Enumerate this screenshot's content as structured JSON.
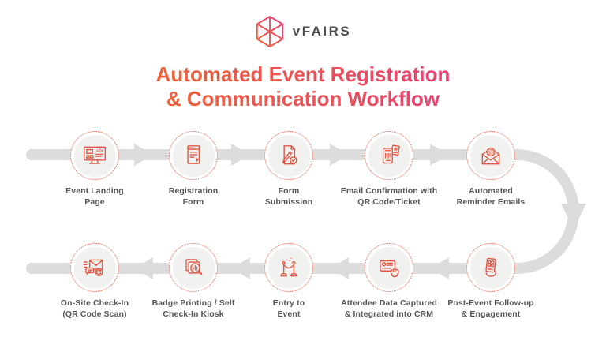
{
  "brand": {
    "name": "vFAIRS"
  },
  "title": {
    "line1": "Automated Event Registration",
    "line2": "& Communication Workflow"
  },
  "colors": {
    "accent_coral": "#E05744",
    "title_gradient_start": "#EC6433",
    "title_gradient_end": "#E83F78",
    "flow_band": "#DCDCDC",
    "label_text": "#55565B",
    "brand_text": "#4D4D4F",
    "disc_fill": "#F1F1F0"
  },
  "flow": {
    "top_row_direction": "left-to-right",
    "bottom_row_direction": "right-to-left",
    "top_row": [
      {
        "label_line1": "Event Landing",
        "label_line2": "Page",
        "icon": "landing-page-icon"
      },
      {
        "label_line1": "Registration",
        "label_line2": "Form",
        "icon": "registration-form-icon"
      },
      {
        "label_line1": "Form",
        "label_line2": "Submission",
        "icon": "form-submission-icon"
      },
      {
        "label_line1": "Email Confirmation with",
        "label_line2": "QR Code/Ticket",
        "icon": "qr-code-ticket-icon"
      },
      {
        "label_line1": "Automated",
        "label_line2": "Reminder Emails",
        "icon": "reminder-emails-icon"
      }
    ],
    "bottom_row": [
      {
        "label_line1": "On-Site Check-In",
        "label_line2": "(QR Code Scan)",
        "icon": "onsite-checkin-icon"
      },
      {
        "label_line1": "Badge Printing / Self",
        "label_line2": "Check-In Kiosk",
        "icon": "badge-printing-icon"
      },
      {
        "label_line1": "Entry to",
        "label_line2": "Event",
        "icon": "event-entry-icon"
      },
      {
        "label_line1": "Attendee Data Captured",
        "label_line2": "& Integrated into CRM",
        "icon": "crm-data-capture-icon"
      },
      {
        "label_line1": "Post-Event Follow-up",
        "label_line2": "& Engagement",
        "icon": "post-event-followup-icon"
      }
    ]
  }
}
